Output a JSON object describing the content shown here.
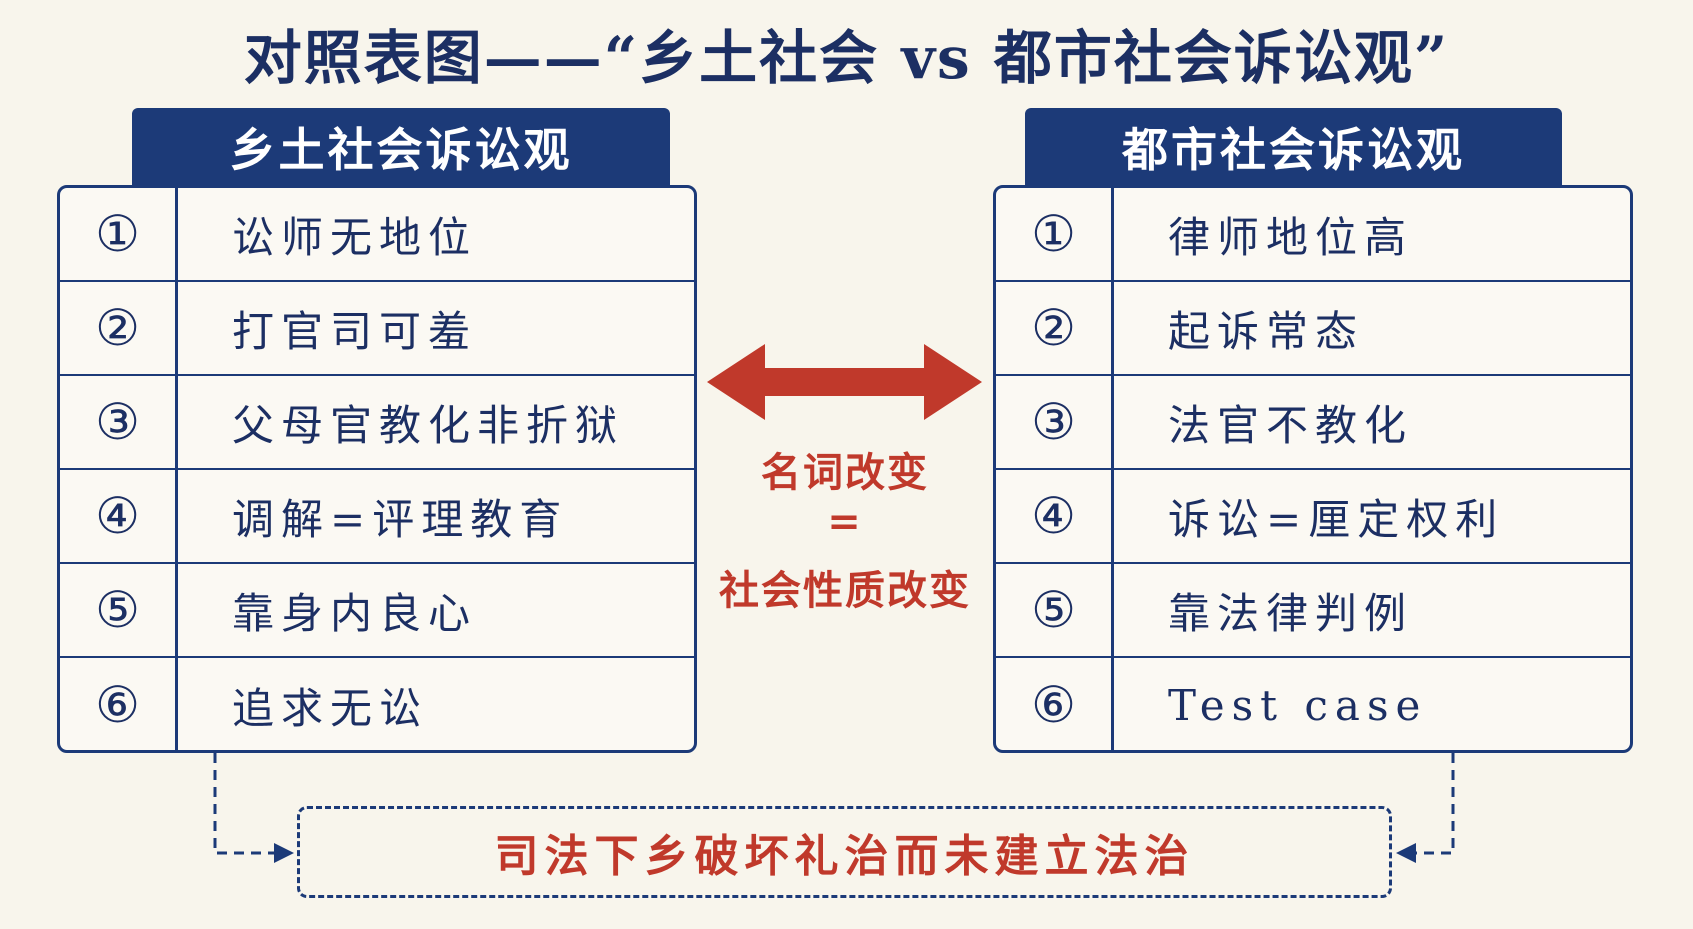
{
  "title": "对照表图——“乡土社会 vs 都市社会诉讼观”",
  "left": {
    "header": "乡土社会诉讼观",
    "rows": [
      {
        "num": "①",
        "text": "讼师无地位"
      },
      {
        "num": "②",
        "text": "打官司可羞"
      },
      {
        "num": "③",
        "text": "父母官教化非折狱"
      },
      {
        "num": "④",
        "text": "调解=评理教育"
      },
      {
        "num": "⑤",
        "text": "靠身内良心"
      },
      {
        "num": "⑥",
        "text": "追求无讼"
      }
    ]
  },
  "right": {
    "header": "都市社会诉讼观",
    "rows": [
      {
        "num": "①",
        "text": "律师地位高"
      },
      {
        "num": "②",
        "text": "起诉常态"
      },
      {
        "num": "③",
        "text": "法官不教化"
      },
      {
        "num": "④",
        "text": "诉讼=厘定权利"
      },
      {
        "num": "⑤",
        "text": "靠法律判例"
      },
      {
        "num": "⑥",
        "text": "Test case"
      }
    ]
  },
  "center": {
    "line1": "名词改变",
    "line2": "=",
    "line3": "社会性质改变"
  },
  "conclusion": "司法下乡破坏礼治而未建立法治",
  "colors": {
    "navy": "#1c3a78",
    "red": "#c0392b",
    "background": "#f8f5ec"
  }
}
